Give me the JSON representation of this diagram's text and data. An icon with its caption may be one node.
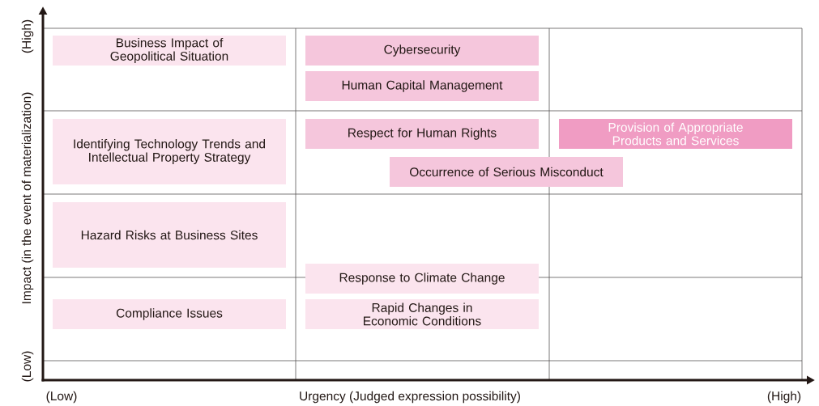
{
  "diagram": {
    "nodes": [
      {
        "text": [
          "Business Impact of Geopolitical Situation"
        ]
      },
      {
        "text": [
          "Cybersecurity"
        ]
      },
      {
        "text": [
          "Human Capital Management"
        ]
      },
      {
        "text": [
          "Identifying Technology Trends and Intellectual Property Strategy"
        ]
      },
      {
        "text": [
          "Respect for Human Rights"
        ]
      },
      {
        "text": [
          "Provision of Appropriate Products and Services"
        ]
      },
      {
        "text": [
          "Occurrence of Serious Misconduct"
        ]
      },
      {
        "text": [
          "Hazard Risks at Business Sites"
        ]
      },
      {
        "text": [
          "Response to Climate Change"
        ]
      },
      {
        "text": [
          "Compliance Issues"
        ]
      },
      {
        "text": [
          "Rapid Changes in Economic Conditions"
        ]
      }
    ],
    "labels": [
      "(High)",
      "Impact (in the event of materialization)",
      "(Low)",
      "(Low)",
      "Urgency (Judged expression possibility)",
      "(High)"
    ]
  }
}
